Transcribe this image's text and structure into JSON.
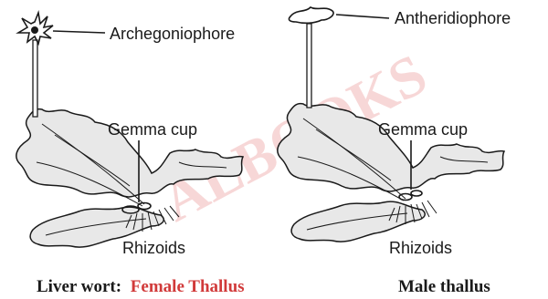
{
  "left": {
    "top_label": "Archegoniophore",
    "mid_label": "Gemma cup",
    "bottom_label": "Rhizoids"
  },
  "right": {
    "top_label": "Antheridiophore",
    "mid_label": "Gemma cup",
    "bottom_label": "Rhizoids"
  },
  "caption_left_prefix": "Liver wort:",
  "caption_left_emph": "Female Thallus",
  "caption_right": "Male thallus",
  "watermark": "ALBOOKS",
  "colors": {
    "line": "#1a1a1a",
    "fill": "#e8e8e8",
    "caption_accent": "#d13a3a",
    "watermark": "#f2b8b8"
  }
}
